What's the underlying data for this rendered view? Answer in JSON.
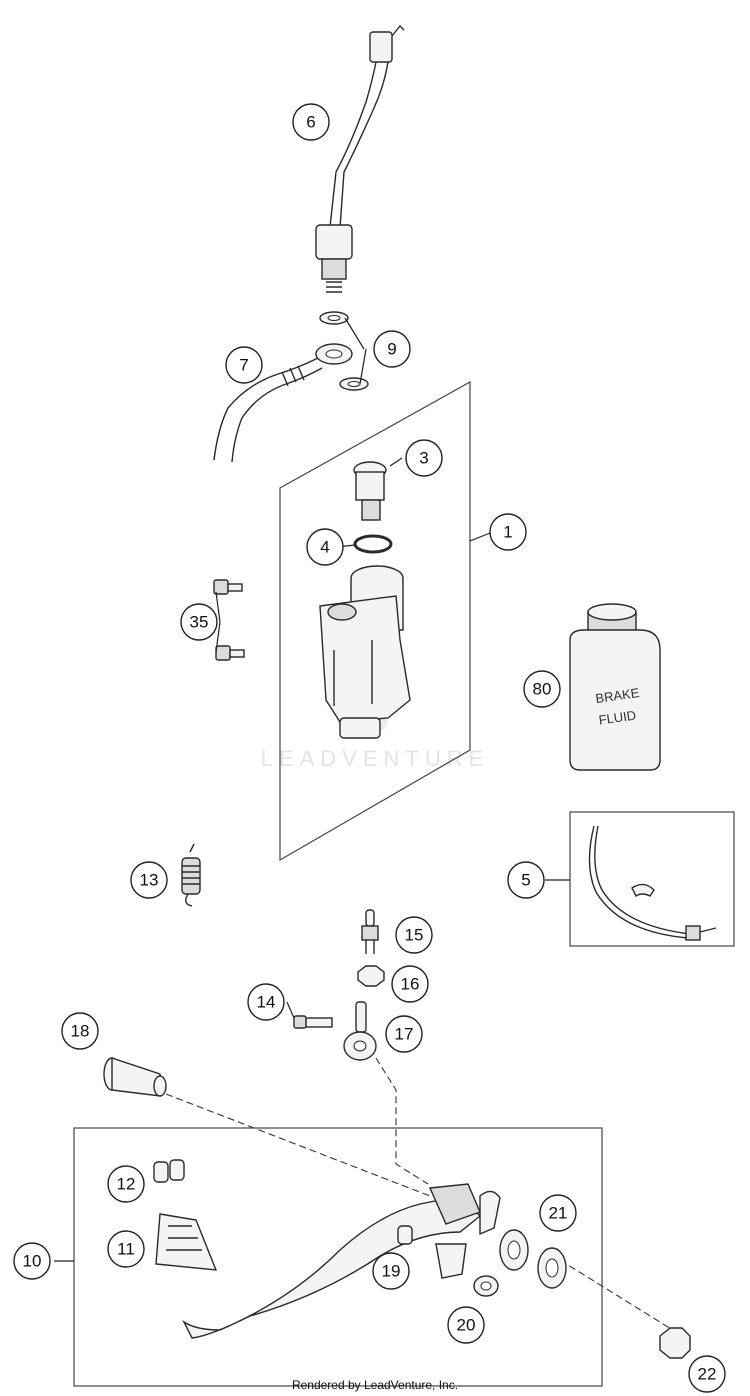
{
  "watermark": "LEADVENTURE",
  "bottle": {
    "line1": "BRAKE",
    "line2": "FLUID"
  },
  "footer": "Rendered by LeadVenture, Inc.",
  "callouts": [
    "1",
    "3",
    "4",
    "5",
    "6",
    "7",
    "9",
    "10",
    "11",
    "12",
    "13",
    "14",
    "15",
    "16",
    "17",
    "18",
    "19",
    "20",
    "21",
    "22",
    "35",
    "80"
  ]
}
